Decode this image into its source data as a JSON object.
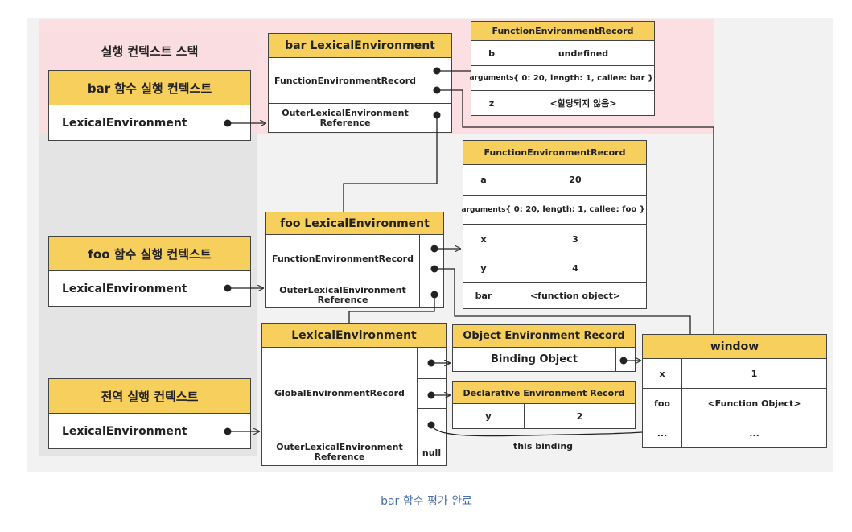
{
  "stack": {
    "title": "실행 컨텍스트 스택",
    "contexts": [
      {
        "title": "bar 함수 실행 컨텍스트",
        "le_label": "LexicalEnvironment"
      },
      {
        "title": "foo 함수 실행 컨텍스트",
        "le_label": "LexicalEnvironment"
      },
      {
        "title": "전역 실행 컨텍스트",
        "le_label": "LexicalEnvironment"
      }
    ]
  },
  "bar_env": {
    "title": "bar LexicalEnvironment",
    "fer": "FunctionEnvironmentRecord",
    "outer": "OuterLexicalEnvironment\nReference"
  },
  "bar_fer": {
    "title": "FunctionEnvironmentRecord",
    "rows": [
      {
        "key": "b",
        "value": "undefined"
      },
      {
        "key": "arguments",
        "value": "{ 0: 20, length: 1, callee: bar }"
      },
      {
        "key": "z",
        "value": "<할당되지 않음>"
      }
    ]
  },
  "foo_env": {
    "title": "foo LexicalEnvironment",
    "fer": "FunctionEnvironmentRecord",
    "outer": "OuterLexicalEnvironment\nReference"
  },
  "foo_fer": {
    "title": "FunctionEnvironmentRecord",
    "rows": [
      {
        "key": "a",
        "value": "20"
      },
      {
        "key": "arguments",
        "value": "{ 0: 20, length: 1, callee: foo }"
      },
      {
        "key": "x",
        "value": "3"
      },
      {
        "key": "y",
        "value": "4"
      },
      {
        "key": "bar",
        "value": "<function object>"
      }
    ]
  },
  "global_env": {
    "title": "LexicalEnvironment",
    "ger": "GlobalEnvironmentRecord",
    "outer": "OuterLexicalEnvironment\nReference",
    "outer_value": "null"
  },
  "object_er": {
    "title": "Object Environment Record",
    "binding": "Binding Object"
  },
  "declarative_er": {
    "title": "Declarative Environment Record",
    "rows": [
      {
        "key": "y",
        "value": "2"
      }
    ]
  },
  "window": {
    "title": "window",
    "rows": [
      {
        "key": "x",
        "value": "1"
      },
      {
        "key": "foo",
        "value": "<Function Object>"
      },
      {
        "key": "...",
        "value": "..."
      }
    ]
  },
  "this_binding_label": "this binding",
  "caption": "bar 함수 평가 완료",
  "colors": {
    "header": "#f7cf5c",
    "stack_bg": "#e5e5e5",
    "highlight": "#fde3e6",
    "caption": "#4a6fa5"
  }
}
